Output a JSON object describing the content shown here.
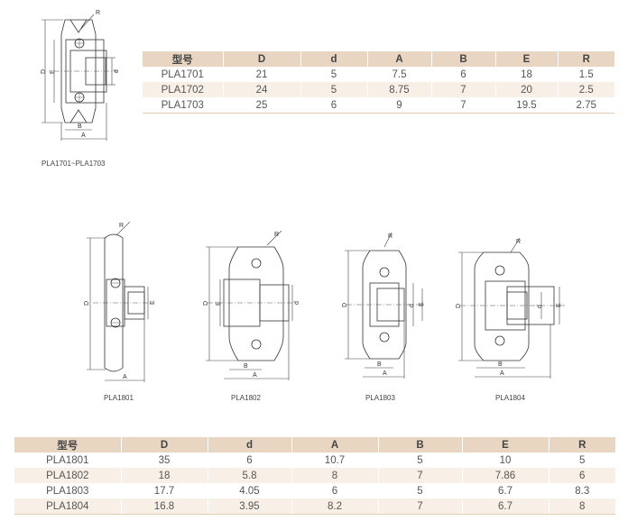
{
  "table1": {
    "headers": [
      "型号",
      "D",
      "d",
      "A",
      "B",
      "E",
      "R"
    ],
    "rows": [
      [
        "PLA1701",
        "21",
        "5",
        "7.5",
        "6",
        "18",
        "1.5"
      ],
      [
        "PLA1702",
        "24",
        "5",
        "8.75",
        "7",
        "20",
        "2.5"
      ],
      [
        "PLA1703",
        "25",
        "6",
        "9",
        "7",
        "19.5",
        "2.75"
      ]
    ]
  },
  "table2": {
    "headers": [
      "型号",
      "D",
      "d",
      "A",
      "B",
      "E",
      "R"
    ],
    "rows": [
      [
        "PLA1801",
        "35",
        "6",
        "10.7",
        "5",
        "10",
        "5"
      ],
      [
        "PLA1802",
        "18",
        "5.8",
        "8",
        "7",
        "7.86",
        "6"
      ],
      [
        "PLA1803",
        "17.7",
        "4.05",
        "6",
        "5",
        "6.7",
        "8.3"
      ],
      [
        "PLA1804",
        "16.8",
        "3.95",
        "8.2",
        "7",
        "6.7",
        "8"
      ]
    ]
  },
  "captions": {
    "pla1701_1703": "PLA1701~PLA1703",
    "pla1801": "PLA1801",
    "pla1802": "PLA1802",
    "pla1803": "PLA1803",
    "pla1804": "PLA1804"
  },
  "dim_labels": {
    "D": "D",
    "E": "E",
    "d": "d",
    "A": "A",
    "B": "B",
    "R": "R"
  },
  "colors": {
    "header_bg": "#e9d6c2",
    "stripe_bg": "#f8f0e7",
    "text": "#555555"
  }
}
